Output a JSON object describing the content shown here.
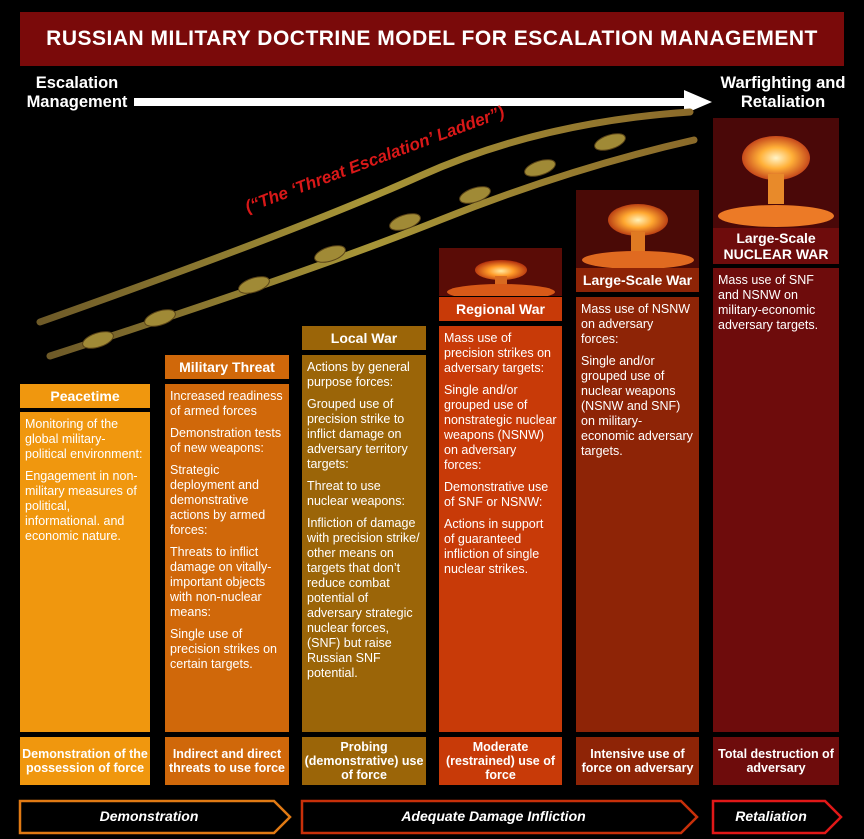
{
  "title": "RUSSIAN MILITARY DOCTRINE MODEL FOR ESCALATION MANAGEMENT",
  "left_label": "Escalation Management",
  "right_label": "Warfighting and Retaliation",
  "ladder_label": "(“The ‘Threat Escalation’ Ladder”)",
  "colors": {
    "title_bg": "#7a0a0a",
    "peacetime": "#f0970e",
    "military_threat": "#d0680a",
    "local_war": "#9b6508",
    "regional_war": "#c83a08",
    "large_scale_war": "#8e2406",
    "nuclear_war": "#6e0c0c",
    "ladder": "#9a8a2e",
    "ladder_label": "#d81818"
  },
  "columns": [
    {
      "name": "Peacetime",
      "body": [
        "Monitoring of the global military-political environment:",
        "Engagement in non-military measures of political, informational. and economic nature."
      ],
      "footer": "Demonstration of the possession of force"
    },
    {
      "name": "Military Threat",
      "body": [
        "Increased readiness of armed forces",
        "Demonstration tests of new weapons:",
        "Strategic deployment and demonstrative actions by armed forces:",
        "Threats to inflict damage on vitally-important objects with non-nuclear means:",
        "Single use of precision strikes on certain targets."
      ],
      "footer": "Indirect and direct threats to use force"
    },
    {
      "name": "Local War",
      "body": [
        "Actions by general purpose forces:",
        "Grouped use of precision strike to inflict damage on adversary territory targets:",
        "Threat to use nuclear weapons:",
        "Infliction of damage with precision strike/ other means on targets that don’t reduce combat potential of adversary strategic nuclear forces, (SNF) but raise Russian SNF potential."
      ],
      "footer": "Probing (demonstrative) use of force"
    },
    {
      "name": "Regional War",
      "body": [
        "Mass use of precision strikes on adversary targets:",
        "Single and/or grouped use of nonstrategic nuclear weapons (NSNW) on adversary forces:",
        "Demonstrative use of SNF or NSNW:",
        "Actions in support of guaranteed infliction of single nuclear strikes."
      ],
      "footer": "Moderate (restrained) use of force"
    },
    {
      "name": "Large-Scale War",
      "body": [
        "Mass use of NSNW on adversary forces:",
        "Single and/or grouped use of nuclear weapons (NSNW and SNF) on military-economic adversary targets."
      ],
      "footer": "Intensive use of force on adversary"
    },
    {
      "name": "Large-Scale NUCLEAR WAR",
      "body": [
        "Mass use of SNF and NSNW on military-economic adversary targets."
      ],
      "footer": "Total destruction of adversary"
    }
  ],
  "phases": [
    {
      "label": "Demonstration"
    },
    {
      "label": "Adequate Damage Infliction"
    },
    {
      "label": "Retaliation"
    }
  ]
}
